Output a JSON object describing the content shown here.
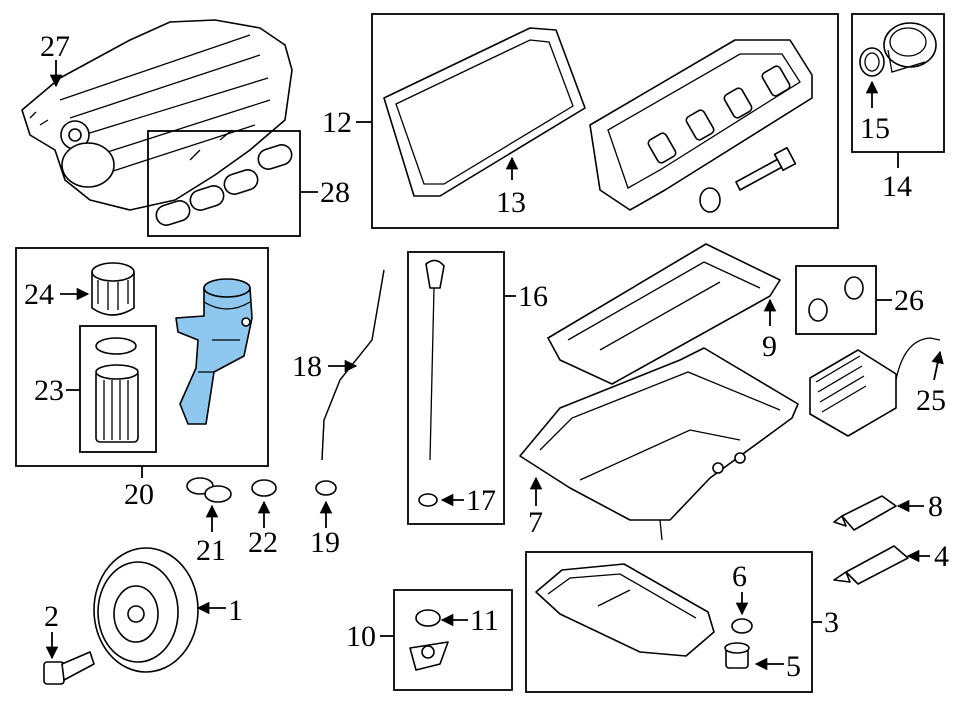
{
  "diagram": {
    "labels": {
      "l1": "1",
      "l2": "2",
      "l3": "3",
      "l4": "4",
      "l5": "5",
      "l6": "6",
      "l7": "7",
      "l8": "8",
      "l9": "9",
      "l10": "10",
      "l11": "11",
      "l12": "12",
      "l13": "13",
      "l14": "14",
      "l15": "15",
      "l16": "16",
      "l17": "17",
      "l18": "18",
      "l19": "19",
      "l20": "20",
      "l21": "21",
      "l22": "22",
      "l23": "23",
      "l24": "24",
      "l25": "25",
      "l26": "26",
      "l27": "27",
      "l28": "28"
    },
    "highlight_color": "#8ec8ee"
  }
}
